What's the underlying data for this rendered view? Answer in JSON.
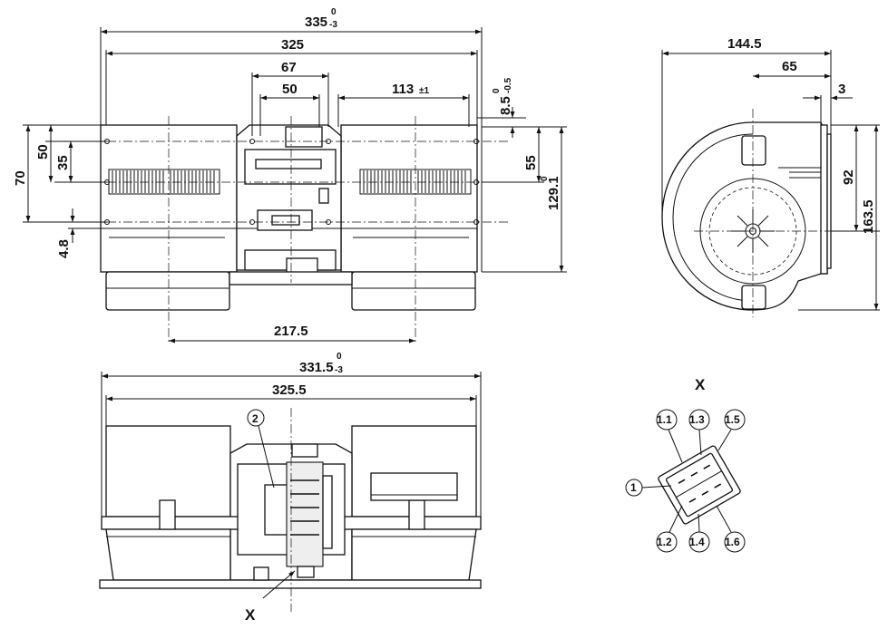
{
  "front_view": {
    "dim_width_total": "335",
    "dim_width_total_tol_upper": "0",
    "dim_width_total_tol_lower": "-3",
    "dim_width_inner": "325",
    "dim_67": "67",
    "dim_50_top": "50",
    "dim_113": "113",
    "dim_113_tol": "±1",
    "dim_8_5": "8.5",
    "dim_8_5_tol_upper": "0",
    "dim_8_5_tol_lower": "-0.5",
    "dim_70": "70",
    "dim_50_left": "50",
    "dim_35": "35",
    "dim_4_8": "4.8",
    "dim_55": "55",
    "dim_129_1": "129.1",
    "dim_129_1_tol_upper": "0",
    "dim_217_5": "217.5"
  },
  "side_view": {
    "dim_144_5": "144.5",
    "dim_65": "65",
    "dim_3": "3",
    "dim_92": "92",
    "dim_163_5": "163.5"
  },
  "bottom_view": {
    "dim_331_5": "331.5",
    "dim_331_5_tol_upper": "0",
    "dim_331_5_tol_lower": "-3",
    "dim_325_5": "325.5",
    "callout_2": "2",
    "view_marker": "X"
  },
  "detail_x": {
    "title": "X",
    "pins": [
      "1.1",
      "1.3",
      "1.5",
      "1",
      "1.2",
      "1.4",
      "1.6"
    ]
  }
}
